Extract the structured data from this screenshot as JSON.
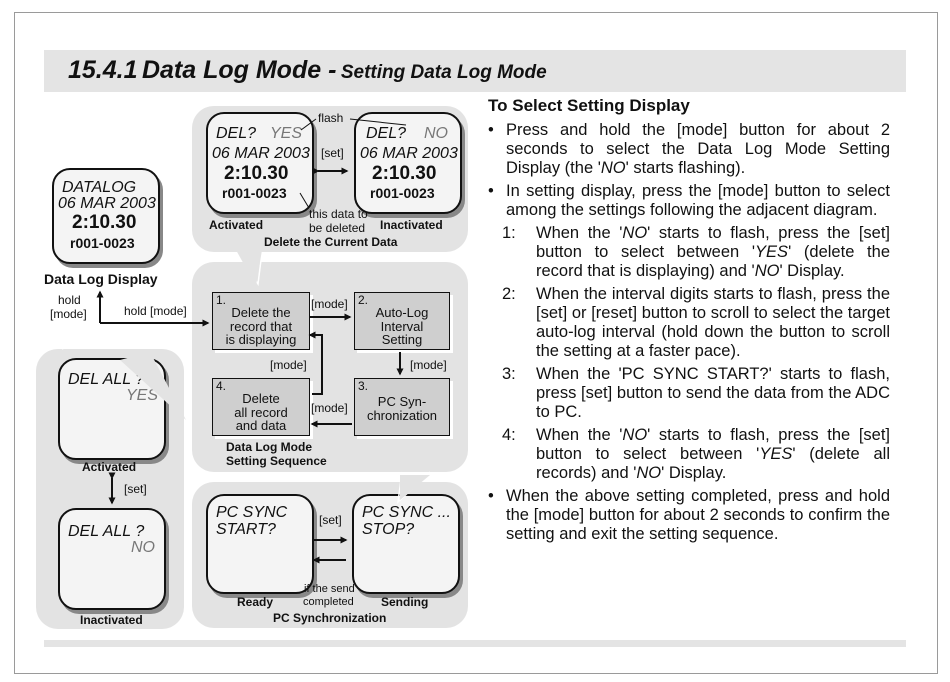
{
  "title": {
    "number": "15.4.1",
    "main": "Data Log Mode -",
    "sub": "Setting Data Log Mode"
  },
  "del_current": {
    "left": {
      "line1": "DEL?",
      "flag": "YES",
      "date": "06 MAR 2003",
      "time": "2:10.30",
      "rec": "r001-0023",
      "caption": "Activated"
    },
    "right": {
      "line1": "DEL?",
      "flag": "NO",
      "date": "06 MAR 2003",
      "time": "2:10.30",
      "rec": "r001-0023",
      "caption": "Inactivated"
    },
    "flash": "flash",
    "set": "[set]",
    "note1": "this data to",
    "note2": "be deleted",
    "caption": "Delete the Current Data"
  },
  "datalog": {
    "line1": "DATALOG",
    "date": "06 MAR 2003",
    "time": "2:10.30",
    "rec": "r001-0023",
    "caption": "Data Log Display",
    "hold1": "hold",
    "hold2": "[mode]",
    "holdmode": "hold [mode]"
  },
  "sequence": {
    "box1": {
      "n": "1.",
      "l1": "Delete the",
      "l2": "record that",
      "l3": "is displaying"
    },
    "box2": {
      "n": "2.",
      "l1": "Auto-Log",
      "l2": "Interval",
      "l3": "Setting"
    },
    "box3": {
      "n": "3.",
      "l1": "PC Syn-",
      "l2": "chronization"
    },
    "box4": {
      "n": "4.",
      "l1": "Delete",
      "l2": "all record",
      "l3": "and data"
    },
    "mode": "[mode]",
    "caption1": "Data Log Mode",
    "caption2": "Setting Sequence"
  },
  "del_all": {
    "line1": "DEL ALL ?",
    "yes": "YES",
    "no": "NO",
    "activated": "Activated",
    "inactivated": "Inactivated",
    "set": "[set]"
  },
  "pc_sync": {
    "left1": "PC SYNC",
    "left2": "START?",
    "right1": "PC SYNC ...",
    "right2": "STOP?",
    "set": "[set]",
    "ready": "Ready",
    "sending": "Sending",
    "note1": "if the send",
    "note2": "completed",
    "caption": "PC Synchronization"
  },
  "instructions": {
    "heading": "To Select Setting Display",
    "b1_pre": "Press and hold the [mode] button for about 2 seconds to select the Data Log Mode Setting Display (the '",
    "b1_no": "NO",
    "b1_post": "' starts flashing).",
    "b2": "In setting display, press the [mode] button to select among the settings following the adjacent diagram.",
    "n1_label": "1:",
    "n1_a": "When the '",
    "n1_no": "NO",
    "n1_b": "' starts to flash, press the [set] button to select between '",
    "n1_yes": "YES",
    "n1_c": "' (delete the record that is displaying) and '",
    "n1_no2": "NO",
    "n1_d": "' Display.",
    "n2_label": "2:",
    "n2": "When the interval digits starts to flash, press the [set] or [reset] button to scroll to select the target auto-log interval (hold down the button to scroll the setting at a faster pace).",
    "n3_label": "3:",
    "n3": "When the 'PC SYNC START?' starts to flash, press [set] button to send the data from the ADC to PC.",
    "n4_label": "4:",
    "n4_a": "When the '",
    "n4_no": "NO",
    "n4_b": "' starts to flash, press the [set] button to select between '",
    "n4_yes": "YES",
    "n4_c": "' (delete all records) and '",
    "n4_no2": "NO",
    "n4_d": "' Display.",
    "b3": "When the above setting completed, press and hold the [mode] button for about 2 seconds to confirm the setting and exit the setting sequence.",
    "bullet": "•"
  },
  "colors": {
    "panel": "#e3e3e3",
    "box": "#cfcfcf",
    "bar": "#e4e4e4"
  }
}
